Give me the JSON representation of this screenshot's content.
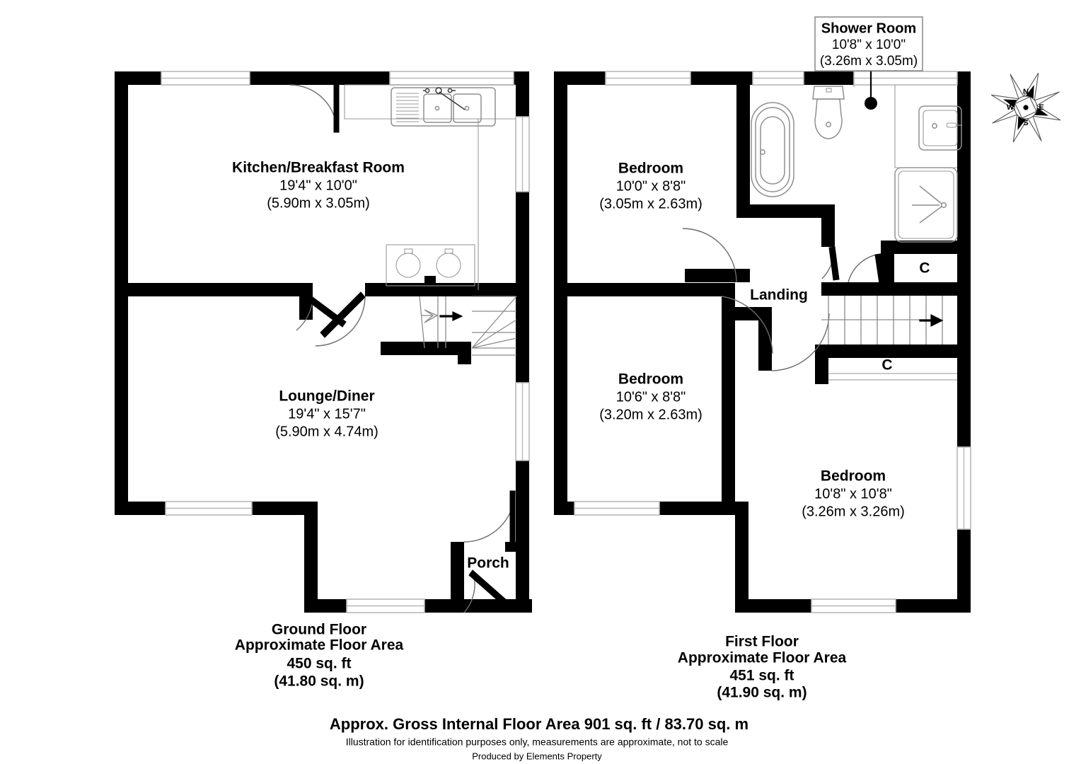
{
  "document": {
    "type": "floor-plan",
    "title": "Residential Floor Plan"
  },
  "ground_floor": {
    "caption_title": "Ground Floor",
    "caption_area_label": "Approximate Floor Area",
    "caption_area_ft": "450 sq. ft",
    "caption_area_m": "(41.80 sq. m)",
    "rooms": [
      {
        "name": "Kitchen/Breakfast Room",
        "dim_imperial": "19'4\" x 10'0\"",
        "dim_metric": "(5.90m x 3.05m)"
      },
      {
        "name": "Lounge/Diner",
        "dim_imperial": "19'4\" x 15'7\"",
        "dim_metric": "(5.90m x 4.74m)"
      },
      {
        "name": "Porch",
        "dim_imperial": "",
        "dim_metric": ""
      }
    ]
  },
  "first_floor": {
    "caption_title": "First Floor",
    "caption_area_label": "Approximate Floor Area",
    "caption_area_ft": "451 sq. ft",
    "caption_area_m": "(41.90 sq. m)",
    "rooms": [
      {
        "name": "Bedroom",
        "dim_imperial": "10'0\" x 8'8\"",
        "dim_metric": "(3.05m x 2.63m)"
      },
      {
        "name": "Bedroom",
        "dim_imperial": "10'6\" x 8'8\"",
        "dim_metric": "(3.20m x 2.63m)"
      },
      {
        "name": "Bedroom",
        "dim_imperial": "10'8\" x 10'8\"",
        "dim_metric": "(3.26m x 3.26m)"
      },
      {
        "name": "Shower Room",
        "dim_imperial": "10'8\" x 10'0\"",
        "dim_metric": "(3.26m x 3.05m)"
      }
    ],
    "landing_label": "Landing",
    "cupboard_upper_label": "C",
    "cupboard_lower_label": "C"
  },
  "footer": {
    "gross_area": "Approx. Gross Internal Floor Area 901 sq. ft / 83.70 sq. m",
    "disclaimer": "Illustration for identification purposes only, measurements are approximate, not to scale",
    "producer": "Produced by Elements Property"
  },
  "compass": {
    "north": "N",
    "east": "E",
    "south": "S",
    "west": "W"
  },
  "colors": {
    "wall": "#000000",
    "background": "#ffffff",
    "fixture_stroke": "#8f8f8f",
    "window_stroke": "#b8b8b8"
  }
}
